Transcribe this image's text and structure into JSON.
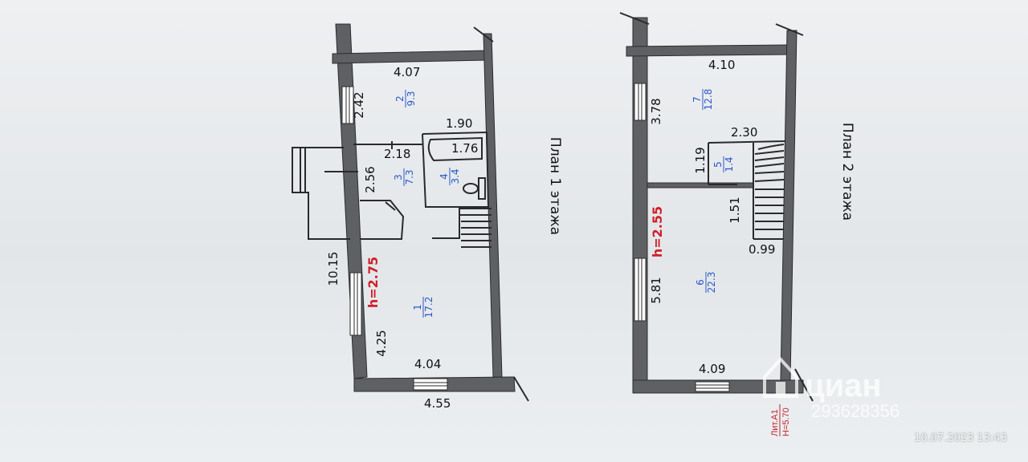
{
  "photo_timestamp": "10.07.2023  13:43",
  "watermark": {
    "brand": "циан",
    "number": "293628356"
  },
  "floor1": {
    "title": "План 1 этажа",
    "ceiling_height": "h=2.75",
    "dimensions": {
      "top_width": "4.07",
      "left_upper": "2.42",
      "bath_width": "1.90",
      "corridor_width": "2.18",
      "wc_width": "1.76",
      "kitchen_depth": "2.56",
      "total_length": "10.15",
      "left_lower": "4.25",
      "bottom_inner": "4.04",
      "bottom_outer": "4.55"
    },
    "rooms": [
      {
        "number": "1",
        "area": "17.2"
      },
      {
        "number": "2",
        "area": "9.3"
      },
      {
        "number": "3",
        "area": "7.3"
      },
      {
        "number": "4",
        "area": "3.4"
      }
    ]
  },
  "floor2": {
    "title": "План 2 этажа",
    "ceiling_height": "h=2.55",
    "dimensions": {
      "top_width": "4.10",
      "left_upper": "3.78",
      "closet_width": "2.30",
      "closet_depth": "1.19",
      "stair_length": "1.51",
      "stair_width": "0.99",
      "left_lower": "5.81",
      "bottom_width": "4.09"
    },
    "rooms": [
      {
        "number": "5",
        "area": "1.4"
      },
      {
        "number": "6",
        "area": "22.3"
      },
      {
        "number": "7",
        "area": "12.8"
      }
    ],
    "lit_label": "Лит.А1",
    "total_height": "H=5.70"
  },
  "colors": {
    "wall": "#5f6063",
    "room_label": "#2a58c9",
    "height_label": "#d0202a"
  }
}
